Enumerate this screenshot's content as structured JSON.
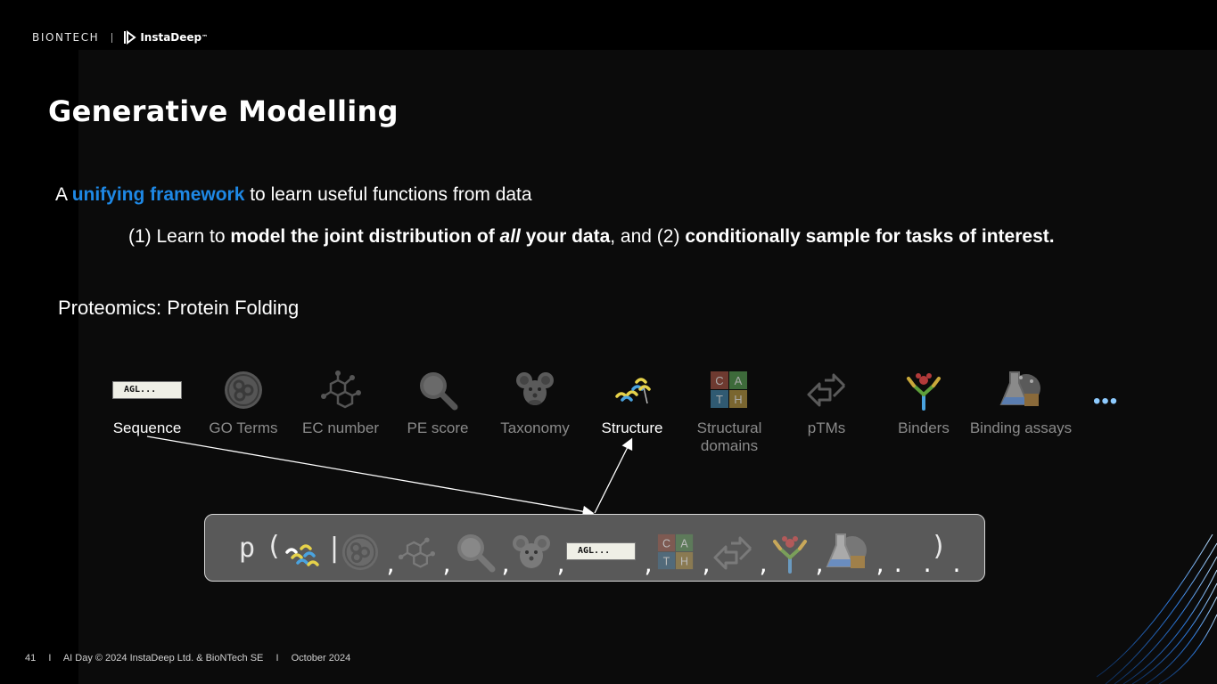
{
  "header": {
    "logo_biontech": "BIONTECH",
    "logo_instadeep": "InstaDeep",
    "logo_tm": "™"
  },
  "slide": {
    "title": "Generative Modelling",
    "line1": {
      "pre": "A ",
      "accent": "unifying framework",
      "post": " to learn useful functions from data"
    },
    "line2": {
      "p1": "(1) Learn to ",
      "b1": "model the joint distribution of ",
      "b1_italic": "all",
      "b2": " your data",
      "p2": ", and (2) ",
      "b3": "conditionally sample for tasks of interest."
    },
    "section_title": "Proteomics: Protein Folding"
  },
  "modalities": [
    {
      "name": "Sequence",
      "active": true,
      "icon": "sequence-box-icon"
    },
    {
      "name": "GO Terms",
      "active": false,
      "icon": "go-terms-icon"
    },
    {
      "name": "EC number",
      "active": false,
      "icon": "molecule-network-icon"
    },
    {
      "name": "PE score",
      "active": false,
      "icon": "magnifier-icon"
    },
    {
      "name": "Taxonomy",
      "active": false,
      "icon": "mouse-icon"
    },
    {
      "name": "Structure",
      "active": true,
      "icon": "protein-helix-icon"
    },
    {
      "name": "Structural domains",
      "active": false,
      "icon": "cath-grid-icon"
    },
    {
      "name": "pTMs",
      "active": false,
      "icon": "swap-arrows-icon"
    },
    {
      "name": "Binders",
      "active": false,
      "icon": "antibody-icon"
    },
    {
      "name": "Binding assays",
      "active": false,
      "icon": "flask-icon"
    }
  ],
  "more": "•••",
  "seq_text": "AGL...",
  "cath": [
    "C",
    "A",
    "T",
    "H"
  ],
  "formula": {
    "p": "p",
    "open": "(",
    "bar": "|",
    "comma": ",",
    "ellipsis": ". . .",
    "close": ")"
  },
  "footer": {
    "page": "41",
    "sep": "I",
    "event": "AI Day © 2024 InstaDeep Ltd. & BioNTech SE",
    "date": "October 2024"
  },
  "colors": {
    "accent": "#1e88e5",
    "helix_yellow": "#e6d24a",
    "helix_blue": "#4aa3df",
    "dots": "#8ecbff"
  }
}
